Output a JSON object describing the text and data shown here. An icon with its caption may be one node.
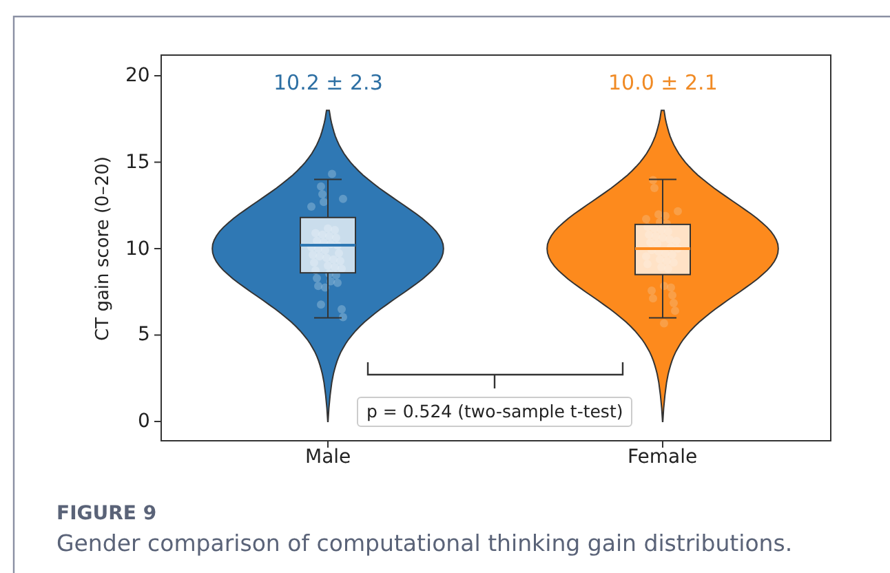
{
  "diagram": {
    "title": "FIGURE 9",
    "caption": "Gender comparison of computational thinking gain distributions.",
    "labels": [
      "20",
      "10.2 ± 2.3",
      "10.0 ± 2.1",
      "15",
      "CT gain score (0–20)",
      "10",
      "5",
      "p = 0.524 (two-sample t-test)",
      "0",
      "Male",
      "Female"
    ]
  }
}
